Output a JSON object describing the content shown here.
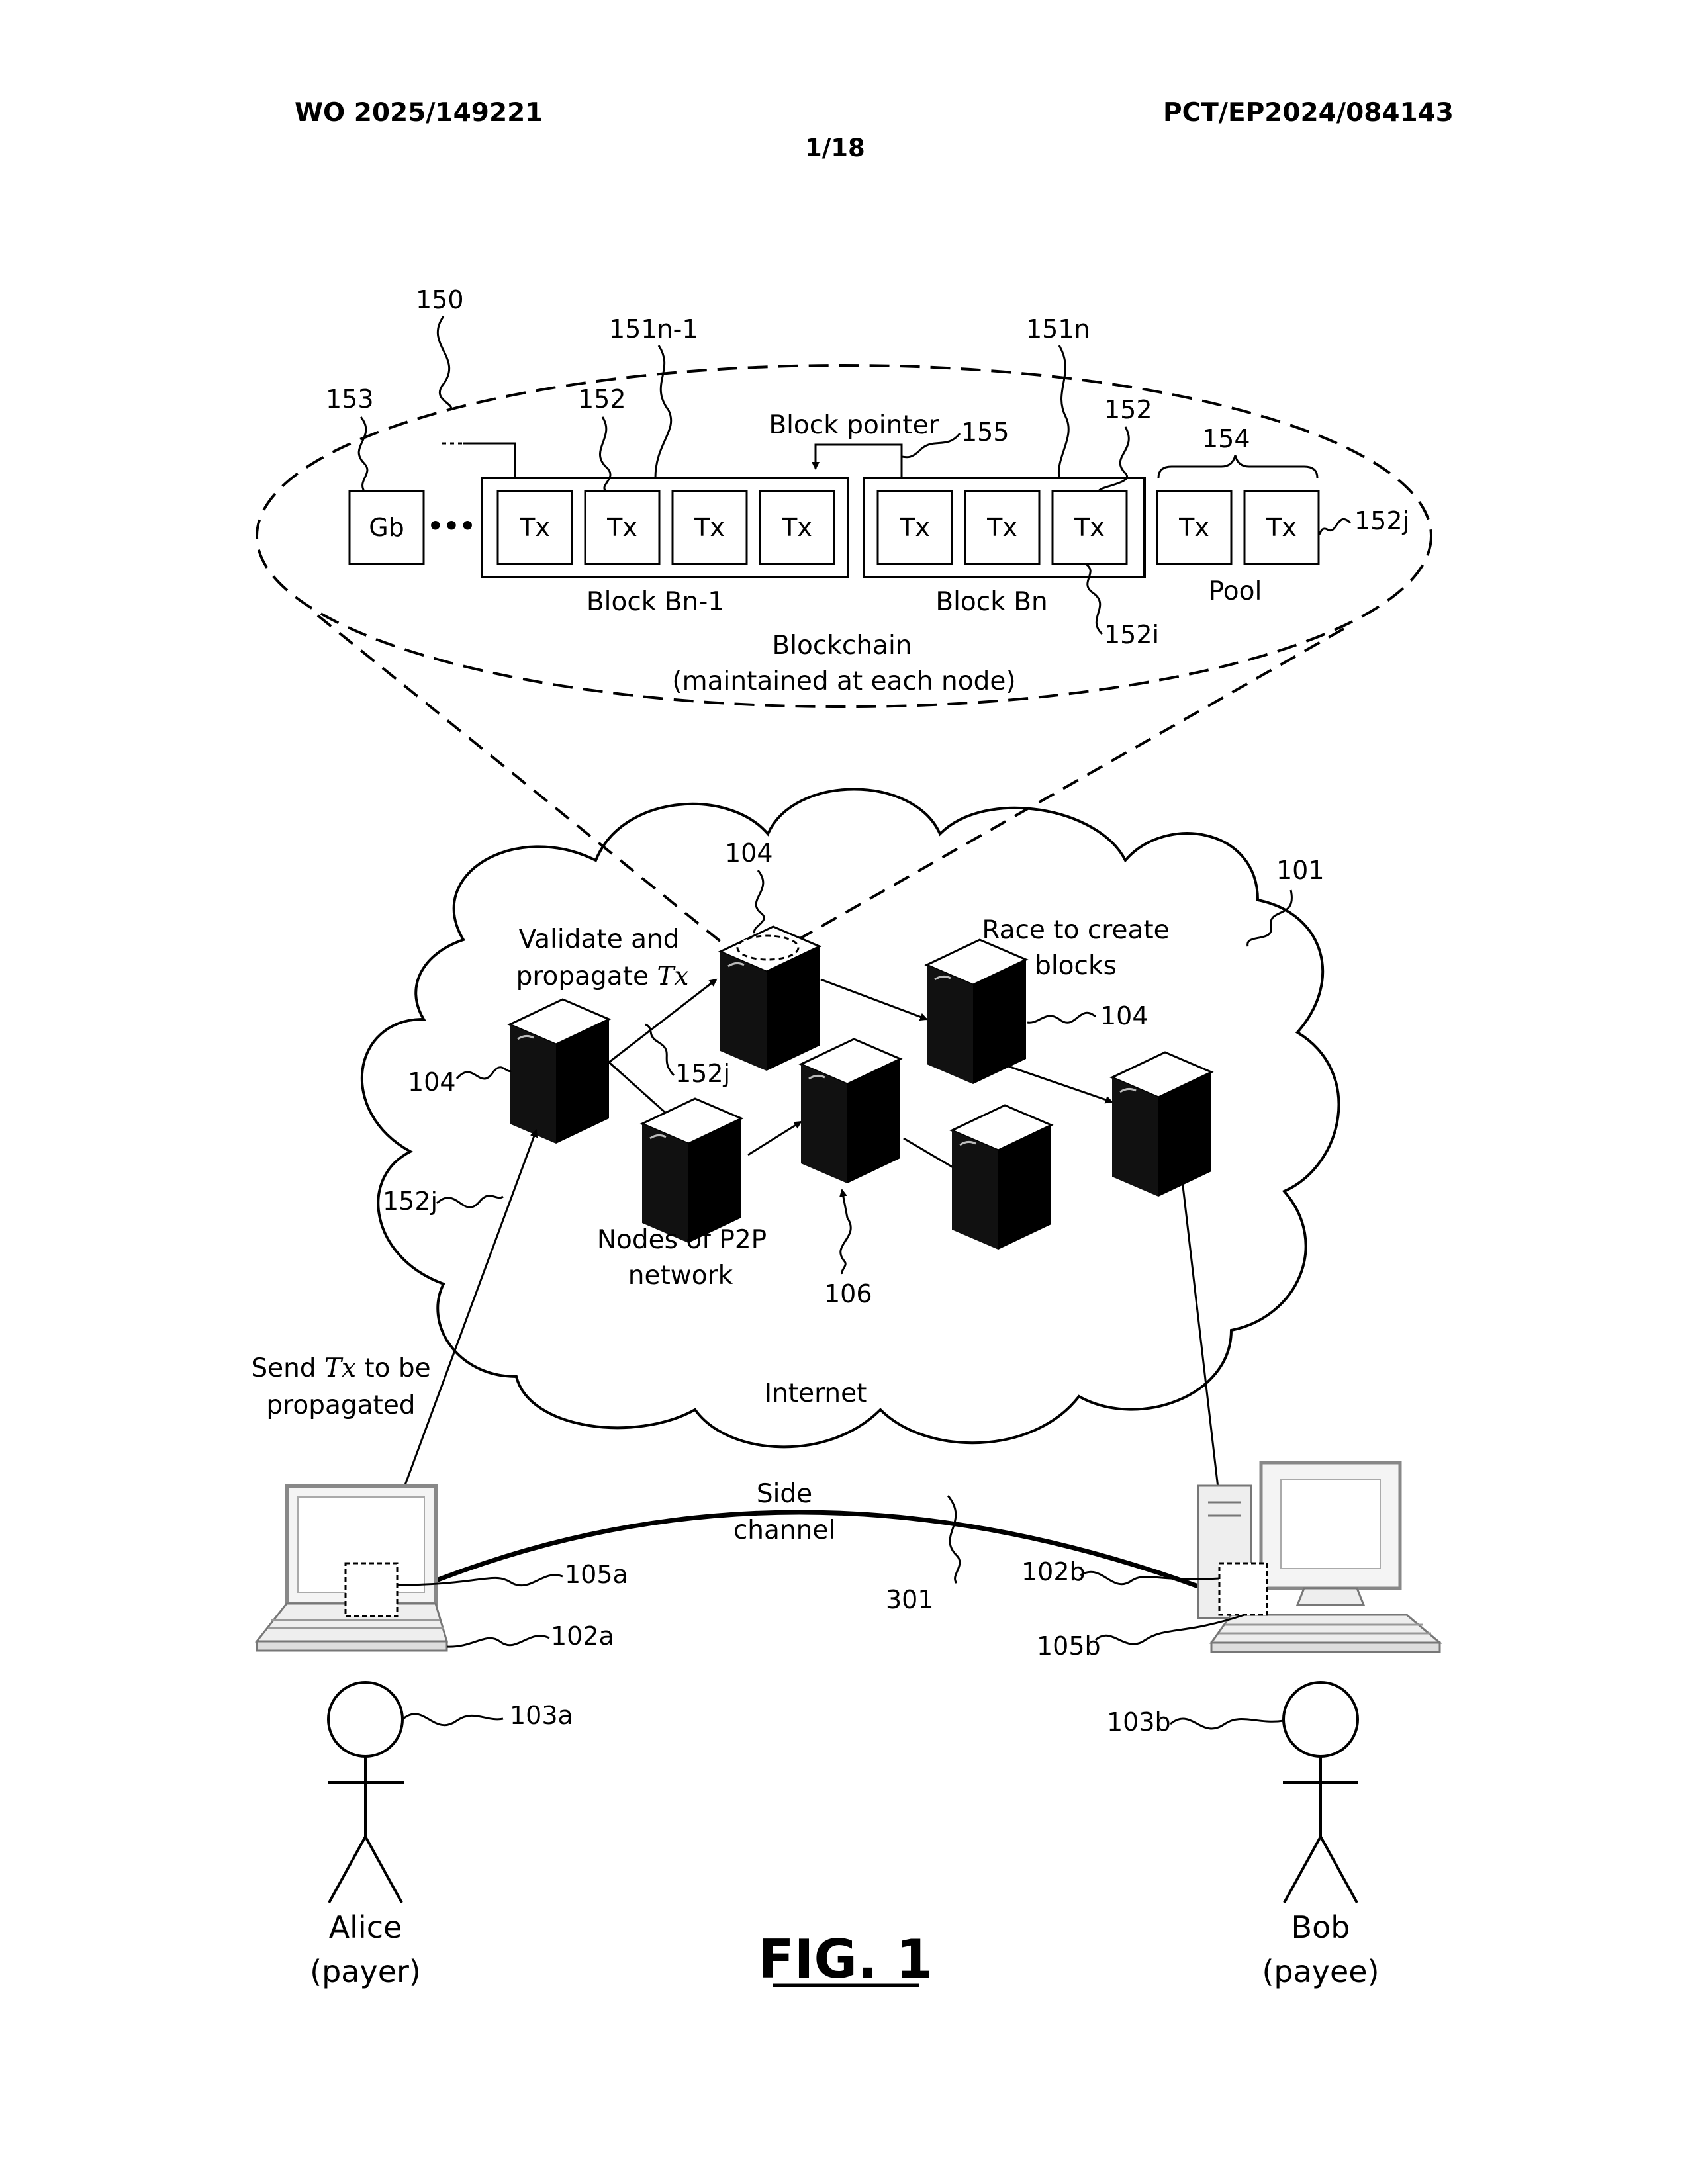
{
  "header": {
    "pub_number": "WO 2025/149221",
    "app_number": "PCT/EP2024/084143",
    "sheet": "1/18"
  },
  "figure_label": "FIG. 1",
  "blockchain": {
    "ref": "150",
    "title": "Blockchain",
    "subtitle": "(maintained at each node)",
    "genesis": "Gb",
    "ellipsis": "•••",
    "block_prev": {
      "label": "Block Bn-1",
      "ref": "151n-1",
      "tx": [
        "Tx",
        "Tx",
        "Tx",
        "Tx"
      ]
    },
    "block_cur": {
      "label": "Block Bn",
      "ref": "151n",
      "tx": [
        "Tx",
        "Tx",
        "Tx"
      ]
    },
    "pool": {
      "label": "Pool",
      "ref": "154",
      "tx": [
        "Tx",
        "Tx"
      ]
    },
    "pointer_label": "Block pointer",
    "refs": {
      "gb": "153",
      "tx_prev": "152",
      "tx_cur": "152",
      "pointer": "155",
      "pool_tx": "152j",
      "tx_i": "152i"
    }
  },
  "network": {
    "ref_cloud": "101",
    "node_ref": "104",
    "validate_l1": "Validate and",
    "validate_l2": "propagate",
    "tx_italic": "Tx",
    "race_l1": "Race to create",
    "race_l2": "blocks",
    "nodes_l1": "Nodes of P2P",
    "nodes_l2": "network",
    "ref_network": "106",
    "internet": "Internet",
    "tx_ref": "152j"
  },
  "alice": {
    "send_l1": "Send",
    "send_l1b": "to be",
    "send_l2": "propagated",
    "tx_ref": "152j",
    "device_ref": "102a",
    "wallet_ref": "105a",
    "user_ref": "103a",
    "name": "Alice",
    "role": "(payer)"
  },
  "bob": {
    "device_ref": "102b",
    "wallet_ref": "105b",
    "user_ref": "103b",
    "name": "Bob",
    "role": "(payee)"
  },
  "side_channel": {
    "l1": "Side",
    "l2": "channel",
    "ref": "301"
  }
}
